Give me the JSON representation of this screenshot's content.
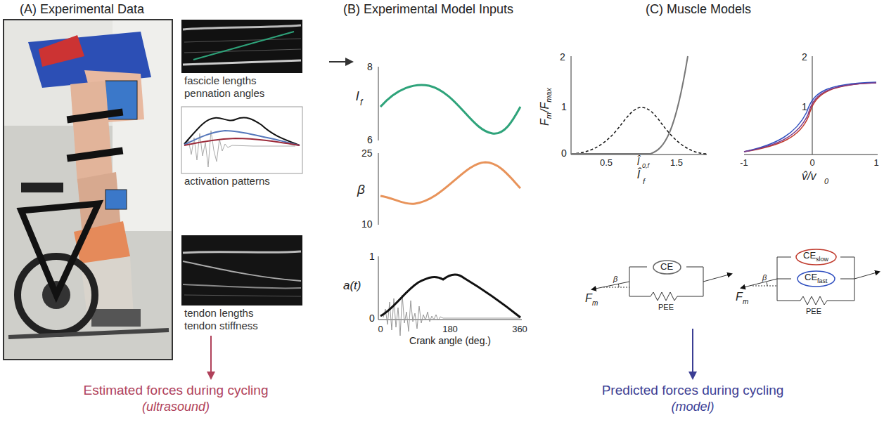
{
  "diagram": {
    "nodes": [
      {
        "text": [
          "fascicle lengths pennation angles"
        ]
      },
      {
        "text": [
          "activation patterns"
        ]
      },
      {
        "text": [
          "tendon lengths tendon stiffness"
        ]
      },
      {
        "text": [
          "CE"
        ]
      },
      {
        "text": [
          "CE",
          "slow"
        ]
      },
      {
        "text": [
          "CE",
          "fast"
        ]
      }
    ],
    "labels": [
      "(A) Experimental Data",
      "(B) Experimental Model Inputs",
      "(C) Muscle Models",
      "l",
      "f",
      "8",
      "6",
      "β",
      "25",
      "10",
      "a(t)",
      "1",
      "0",
      "0",
      "180",
      "360",
      "Crank angle (deg.)",
      "2",
      "1",
      "0",
      "F",
      "m",
      "/F",
      "max",
      "0.5",
      "l̂",
      "0,f",
      "1.5",
      "l̂",
      "f",
      "2",
      "1",
      "-1",
      "0",
      "1",
      "v̂/v",
      "0",
      "F",
      "m",
      "β",
      "PEE",
      "F",
      "m",
      "β",
      "PEE",
      "Estimated forces during cycling",
      "(ultrasound)",
      "Predicted forces during cycling",
      "(model)"
    ]
  }
}
